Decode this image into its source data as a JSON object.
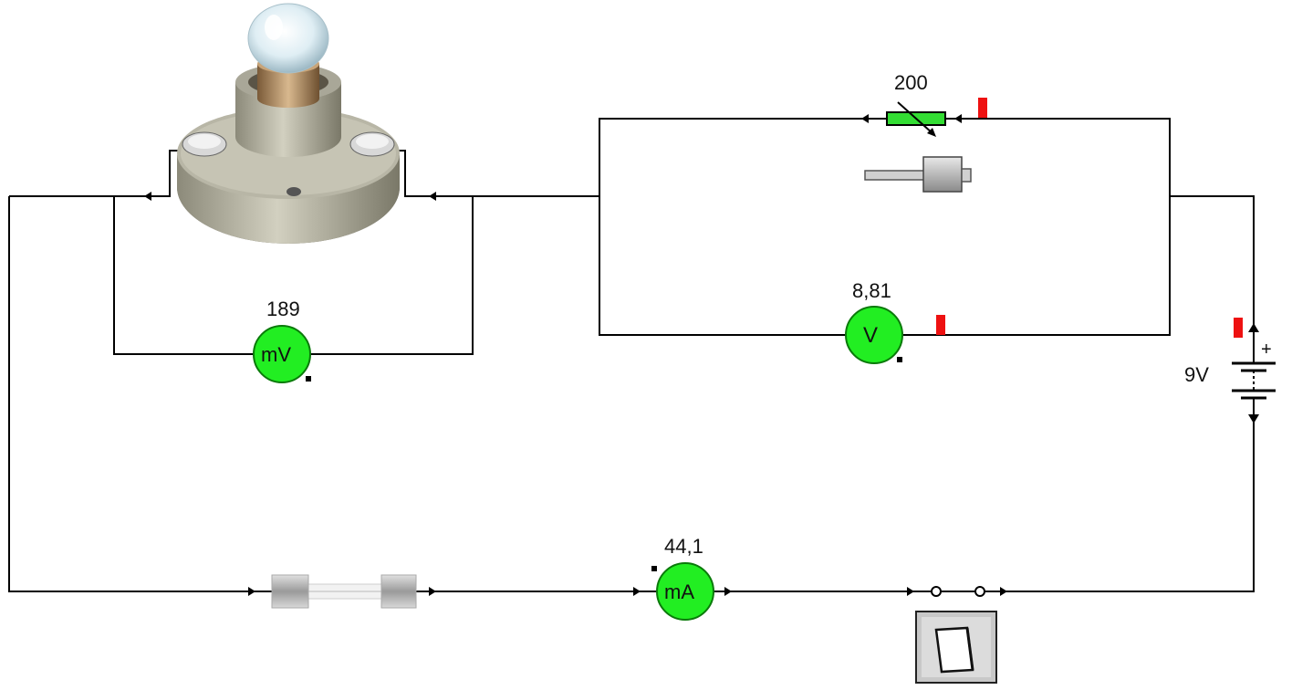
{
  "colors": {
    "wire": "#000000",
    "meter_fill": "#22ee22",
    "meter_stroke": "#0a7a0a",
    "resistor_fill": "#33dd33",
    "marker": "#ee1111",
    "background": "#ffffff"
  },
  "icons": {
    "lamp": "light-bulb-icon",
    "switch": "toggle-switch-icon",
    "fuse": "fuse-icon",
    "battery": "battery-icon",
    "slider": "slider-knob-icon"
  },
  "labels": {
    "rheostat_value": "200",
    "voltmeter_reading": "8,81",
    "millivoltmeter_reading": "189",
    "milliammeter_reading": "44,1",
    "battery_voltage": "9V",
    "battery_plus": "+"
  },
  "meters": {
    "voltmeter": "V",
    "millivoltmeter": "mV",
    "milliammeter": "mA"
  }
}
